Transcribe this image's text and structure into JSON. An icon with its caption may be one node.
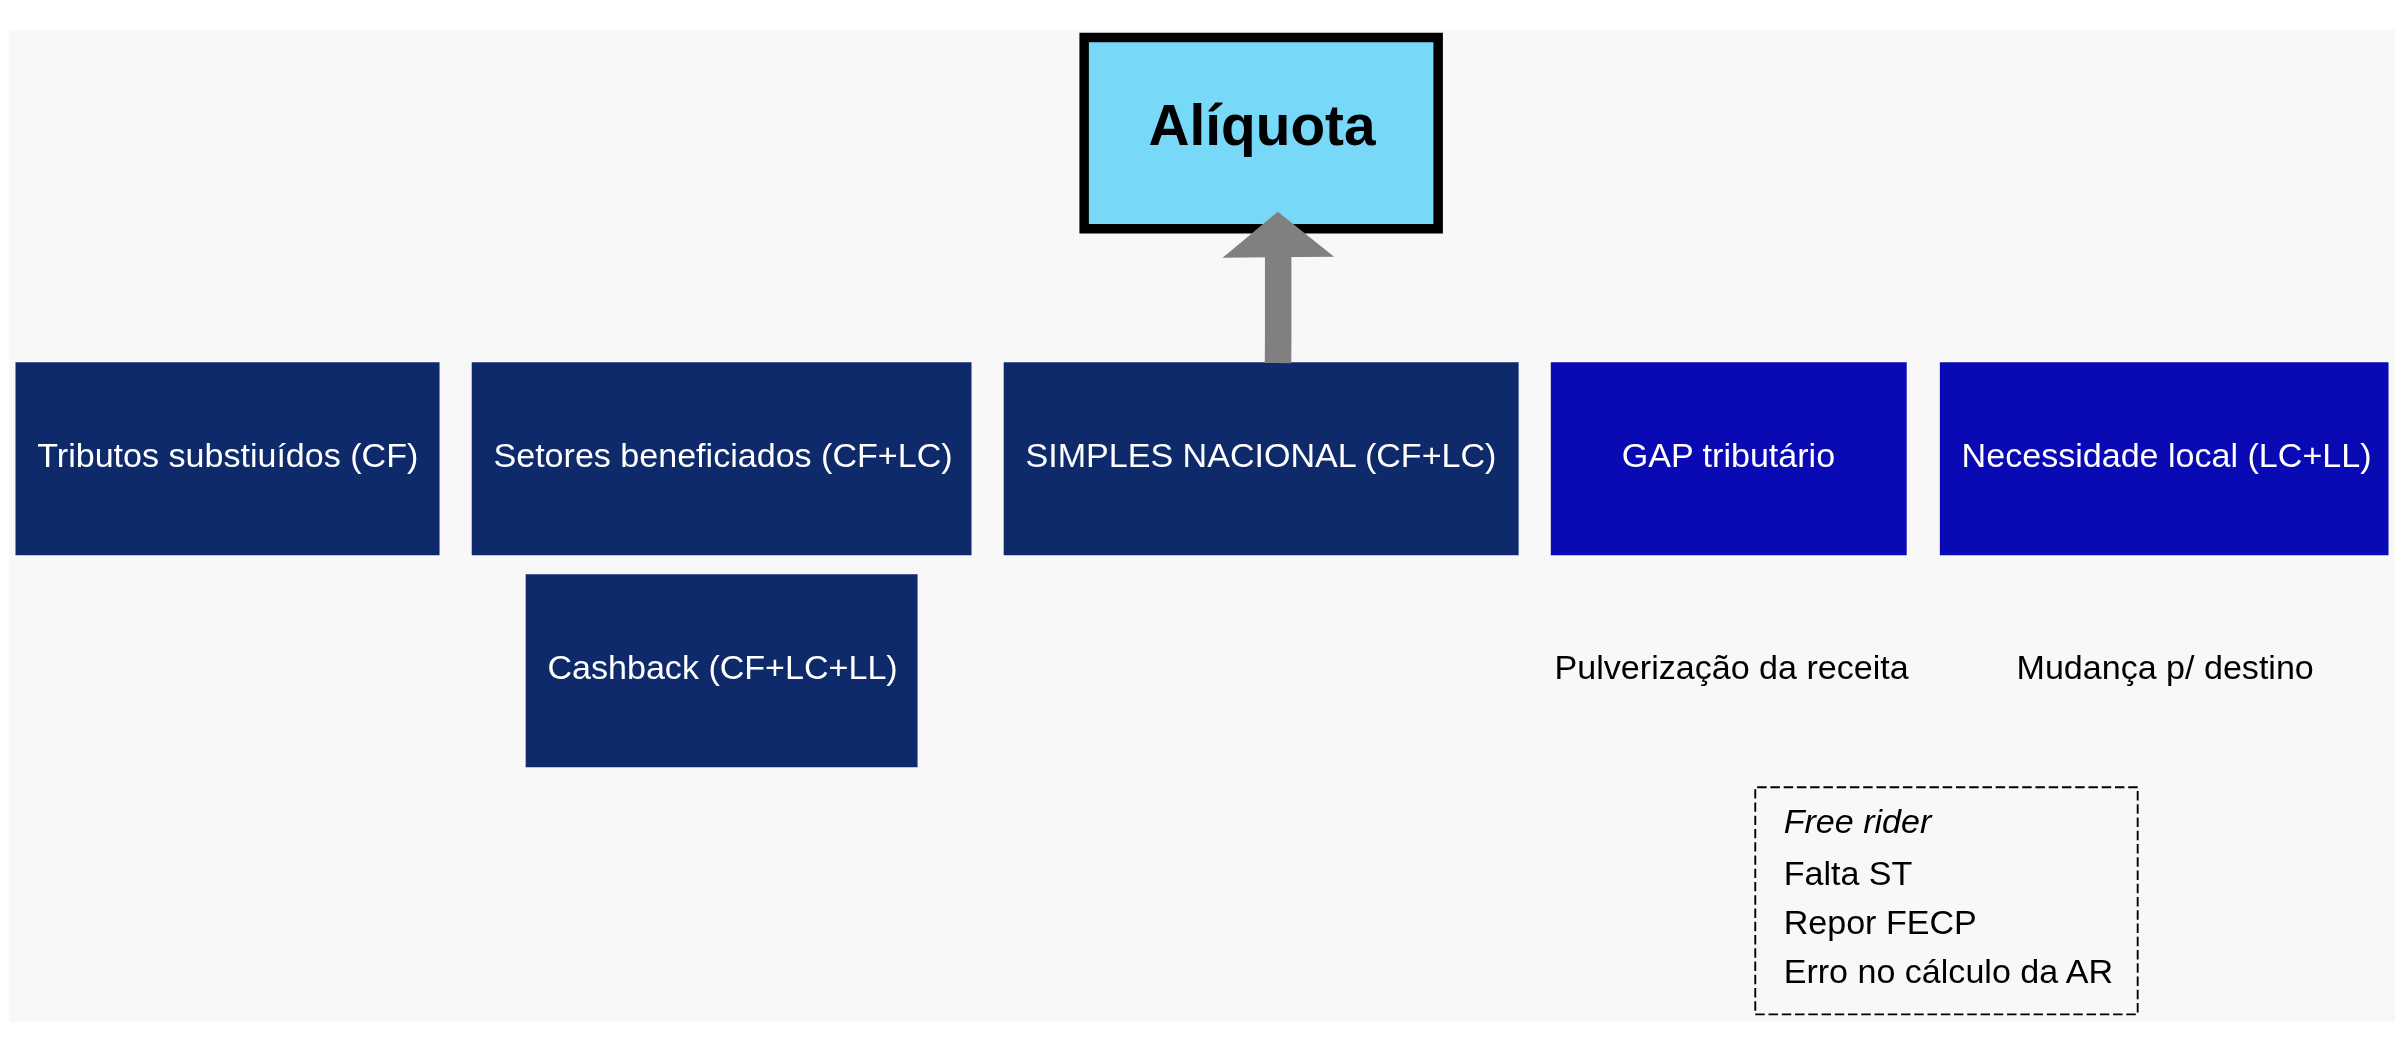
{
  "diagram": {
    "nodes": [
      {
        "text": [
          "Alíquota"
        ]
      },
      {
        "text": [
          "Tributos substiuídos (CF)"
        ]
      },
      {
        "text": [
          "Setores beneficiados (CF+LC)"
        ]
      },
      {
        "text": [
          "Cashback (CF+LC+LL)"
        ]
      },
      {
        "text": [
          "SIMPLES NACIONAL (CF+LC)"
        ]
      },
      {
        "text": [
          "GAP tributário"
        ],
        "beside": [
          "Pulverização da receita"
        ]
      },
      {
        "text": [
          "Necessidade local (LC+LL)"
        ],
        "beside": [
          "Mudança p/ destino"
        ]
      },
      {
        "text": [
          "Free rider",
          "Falta ST",
          "Repor FECP",
          "Erro no cálculo da AR"
        ]
      }
    ],
    "edges": [
      {
        "from": 4,
        "to": 0,
        "arrow": "to"
      }
    ]
  }
}
